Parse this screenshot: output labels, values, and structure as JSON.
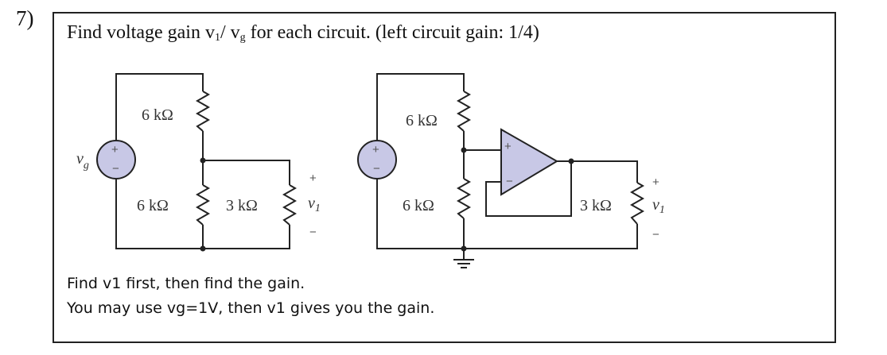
{
  "question_number": "7)",
  "title": {
    "prefix": "Find voltage gain v",
    "sub1": "1",
    "middle": "/ v",
    "sub2": "g",
    "suffix": " for each circuit.  (left circuit gain: 1/4)"
  },
  "notes": [
    "Find v1 first, then find the gain.",
    "You may use vg=1V, then v1 gives you the gain."
  ],
  "colors": {
    "source_fill": "#c8c8e6",
    "opamp_fill": "#c8c8e6",
    "wire": "#222222"
  },
  "left_circuit": {
    "source_label": "v",
    "source_label_sub": "g",
    "source_plus": "+",
    "source_minus": "−",
    "r_top": "6 kΩ",
    "r_bottom": "6 kΩ",
    "r_load": "3 kΩ",
    "output_plus": "+",
    "output_label": "v",
    "output_label_sub": "1",
    "output_minus": "−"
  },
  "right_circuit": {
    "source_plus": "+",
    "source_minus": "−",
    "r_top": "6 kΩ",
    "r_bottom": "6 kΩ",
    "r_load": "3 kΩ",
    "opamp_plus": "+",
    "opamp_minus": "−",
    "output_plus": "+",
    "output_label": "v",
    "output_label_sub": "1",
    "output_minus": "−"
  }
}
